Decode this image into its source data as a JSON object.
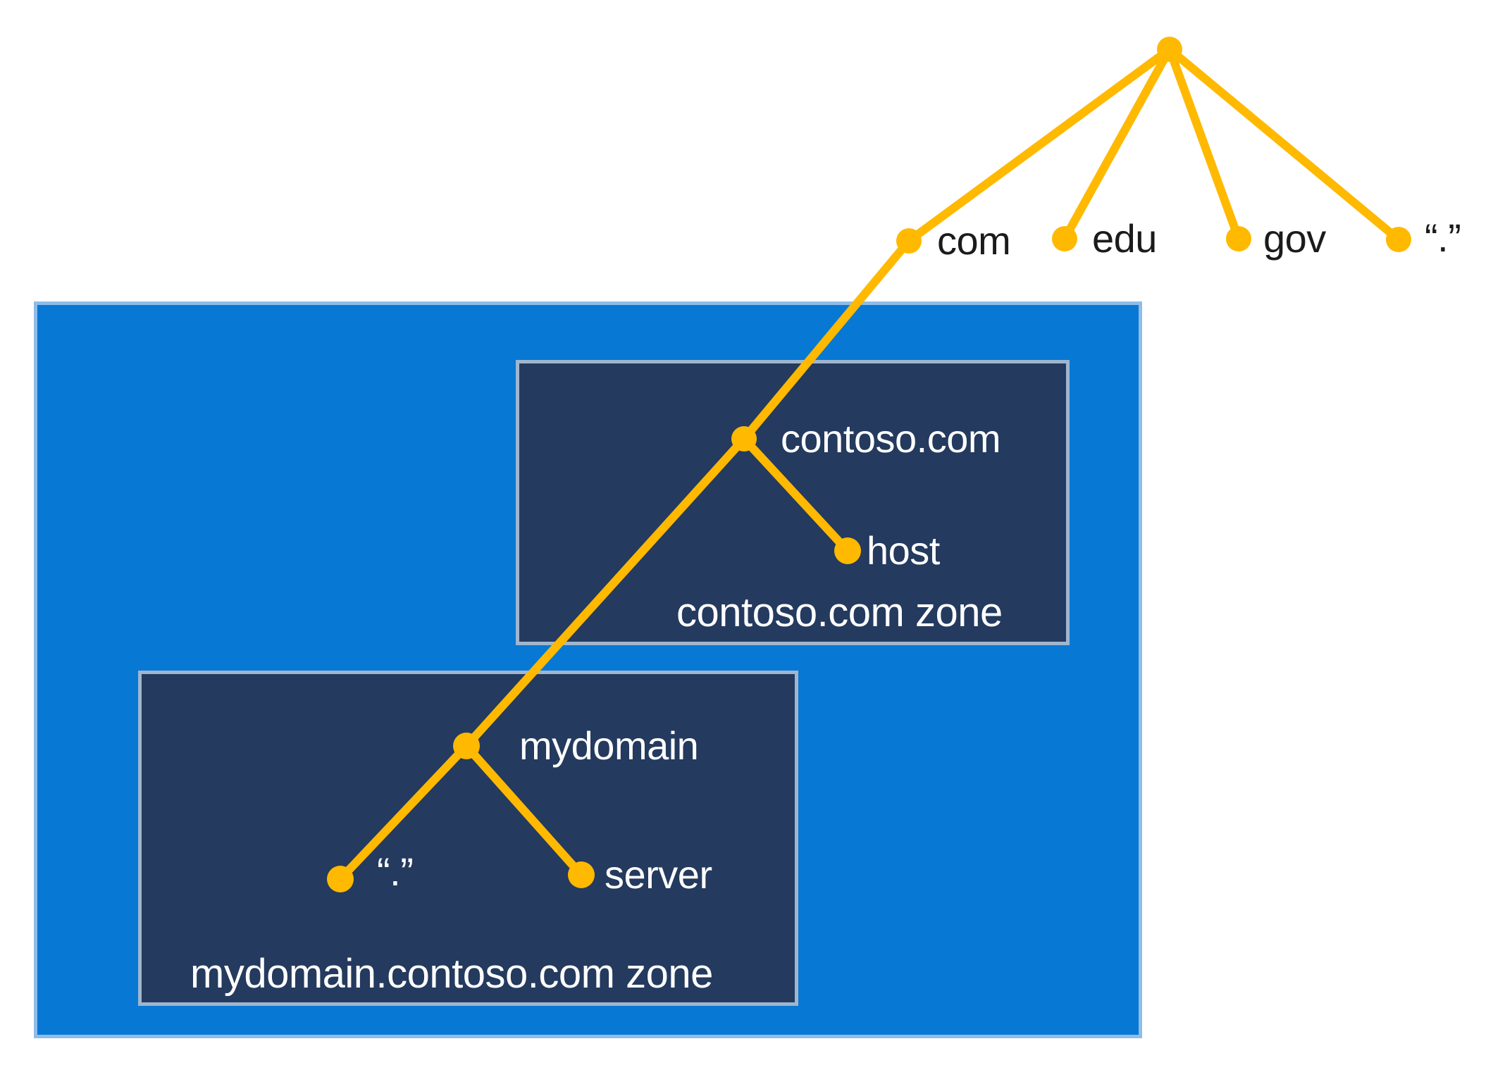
{
  "colors": {
    "line": "#FFB900",
    "outer_zone_fill": "#0778D4",
    "outer_zone_border": "#8FBCE8",
    "inner_zone_fill": "#243A5E",
    "inner_zone_border": "#9FB6CE",
    "label_dark": "#1B1B1B",
    "label_light": "#FFFFFF"
  },
  "tree": {
    "root": {
      "label": ""
    },
    "tlds": [
      {
        "id": "com",
        "label": "com"
      },
      {
        "id": "edu",
        "label": "edu"
      },
      {
        "id": "gov",
        "label": "gov"
      },
      {
        "id": "root-dot",
        "label": "“.”"
      }
    ],
    "nodes": {
      "contoso": "contoso.com",
      "host": "host",
      "mydomain": "mydomain",
      "mydomain_dot": "“.”",
      "server": "server"
    }
  },
  "zones": {
    "contoso": "contoso.com zone",
    "mydomain": "mydomain.contoso.com zone"
  }
}
